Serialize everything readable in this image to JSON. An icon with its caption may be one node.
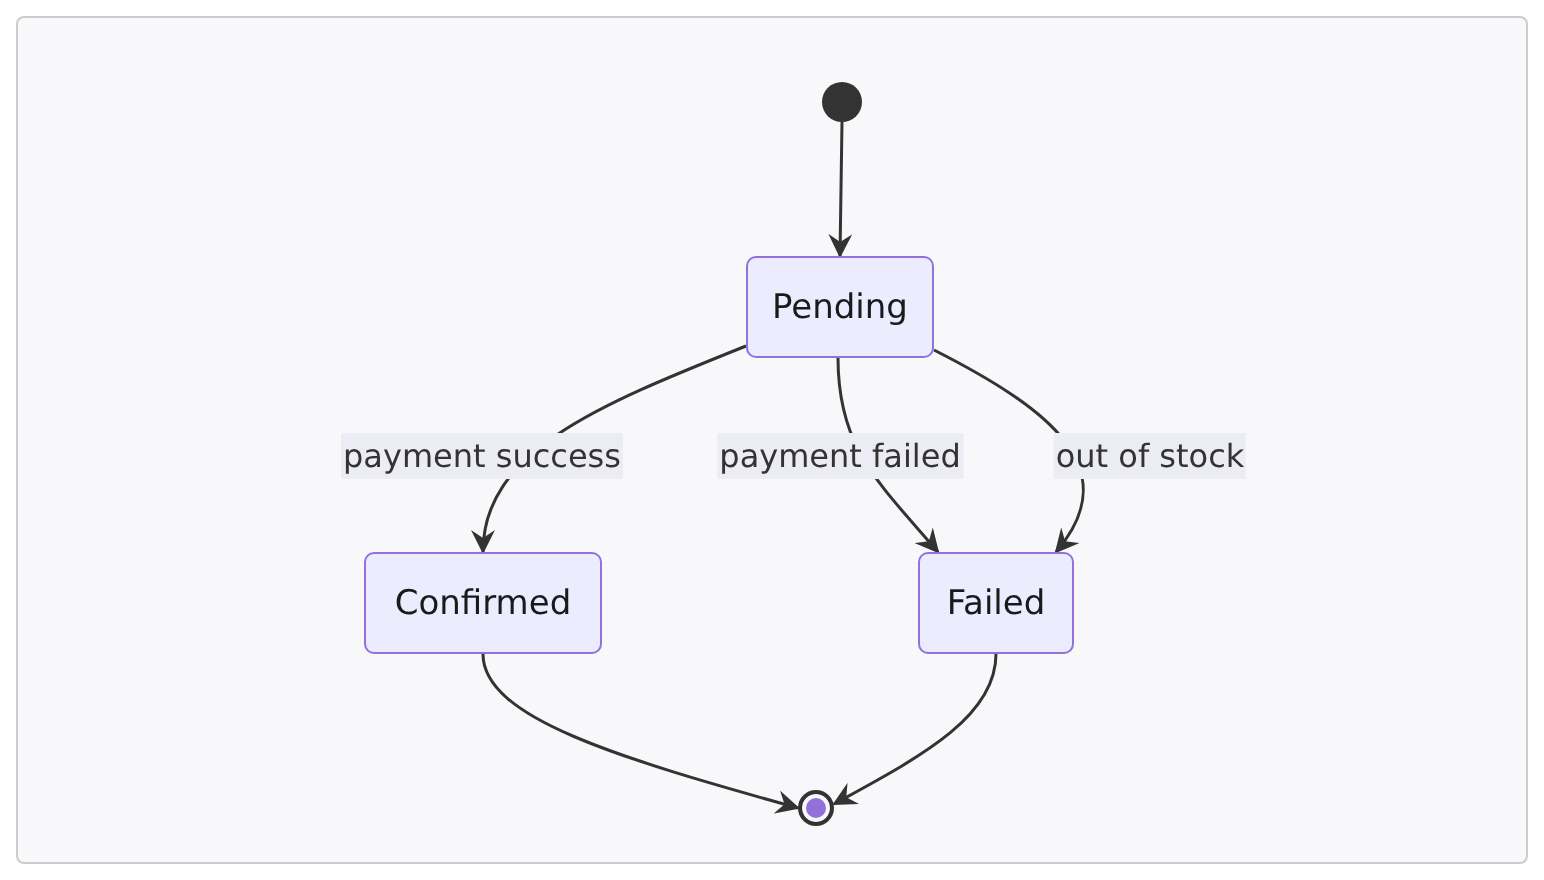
{
  "diagram": {
    "nodes": [
      {
        "text": [],
        "shape": "circle"
      },
      {
        "text": [
          "Pending"
        ]
      },
      {
        "text": [
          "Confirmed"
        ]
      },
      {
        "text": [
          "Failed"
        ]
      },
      {
        "text": [],
        "shape": "bullseye"
      }
    ],
    "edges": [
      {
        "from": 0,
        "to": 1,
        "arrow": "to"
      },
      {
        "from": 1,
        "to": 2,
        "arrow": "to",
        "label": "payment success"
      },
      {
        "from": 1,
        "to": 3,
        "arrow": "to",
        "label": "payment failed"
      },
      {
        "from": 1,
        "to": 3,
        "arrow": "to",
        "label": "out of stock"
      },
      {
        "from": 2,
        "to": 4,
        "arrow": "to"
      },
      {
        "from": 3,
        "to": 4,
        "arrow": "to"
      }
    ]
  }
}
